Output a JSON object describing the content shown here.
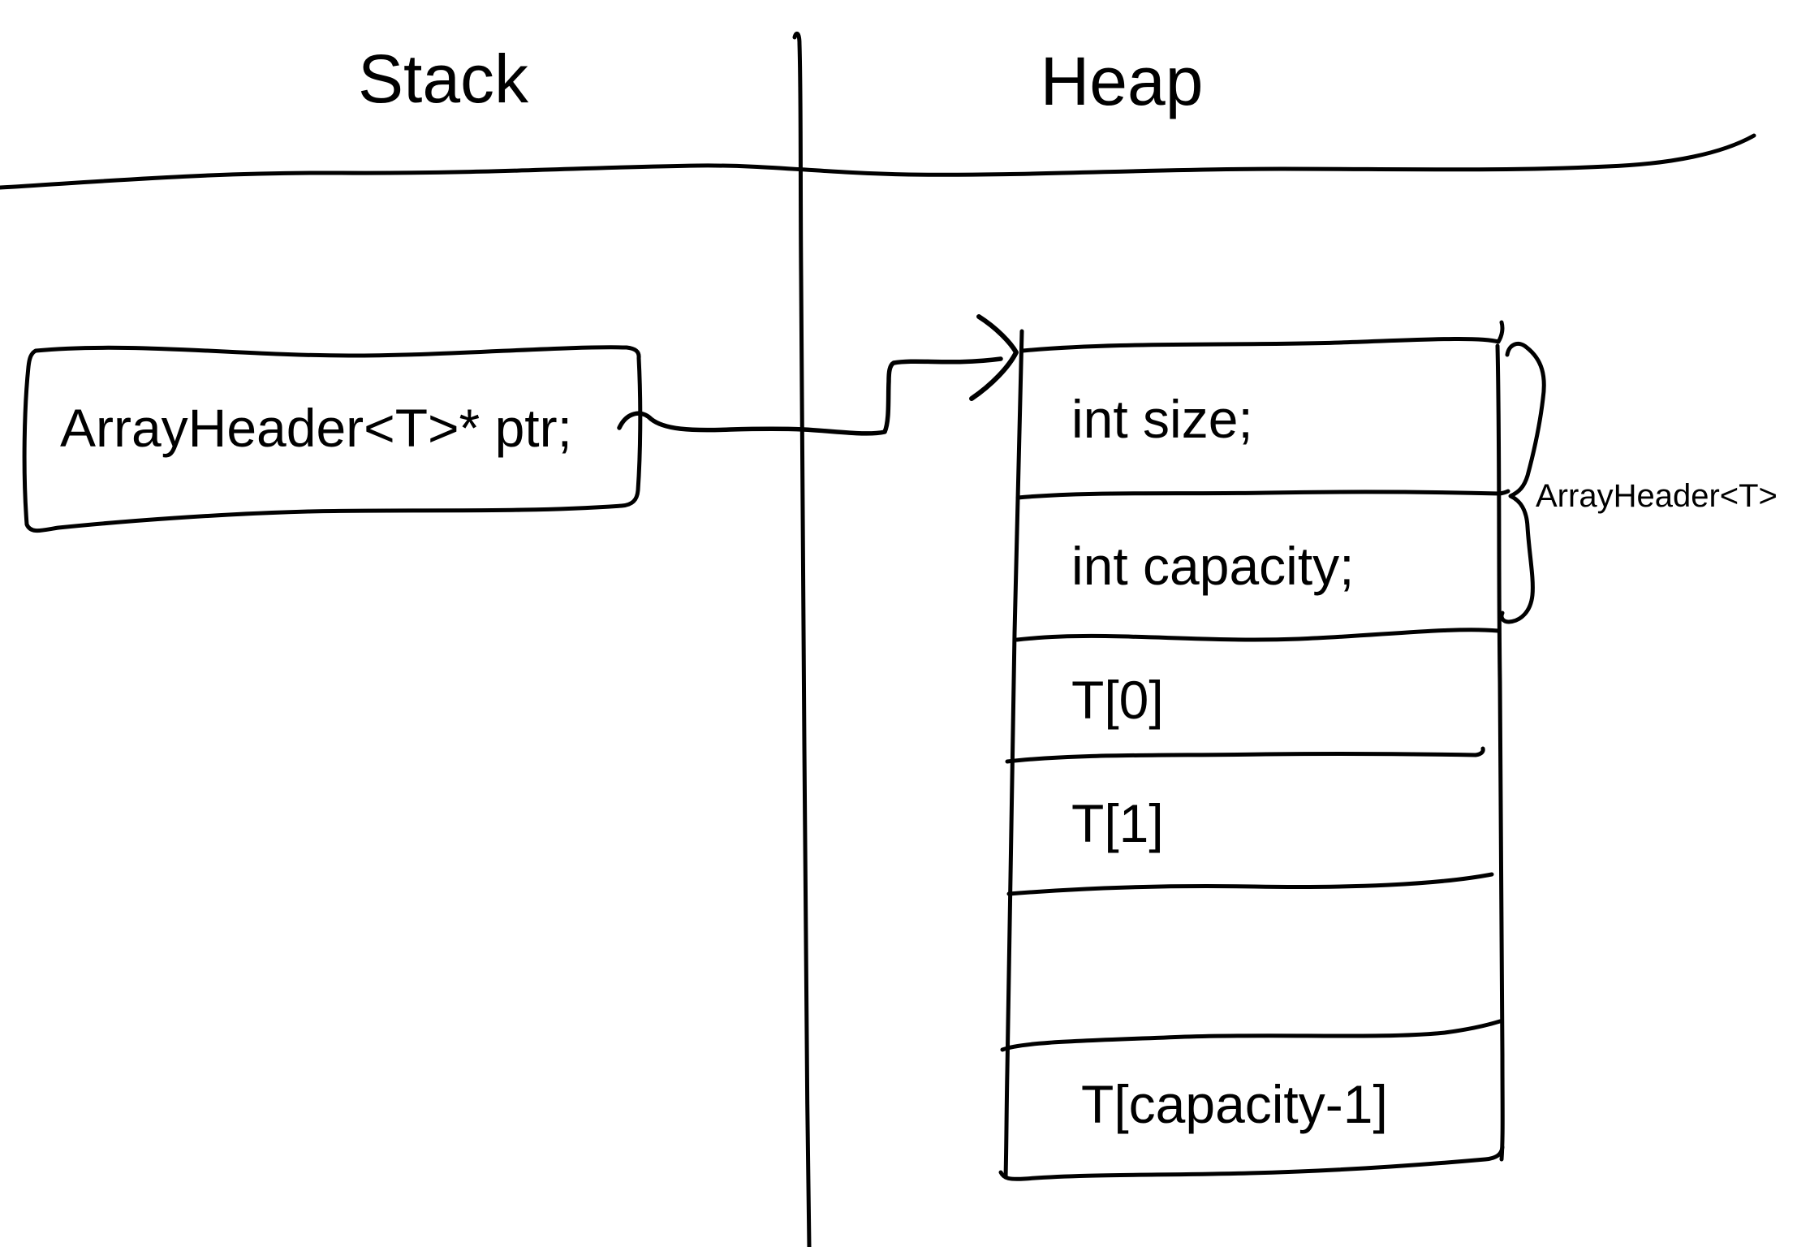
{
  "titles": {
    "left_region": "Stack",
    "right_region": "Heap"
  },
  "stack_box": {
    "label": "ArrayHeader<T>* ptr;"
  },
  "heap_table": {
    "cells": [
      "int size;",
      "int capacity;",
      "T[0]",
      "T[1]",
      "",
      "T[capacity-1]"
    ]
  },
  "brace": {
    "label": "ArrayHeader<T>"
  },
  "colors": {
    "ink": "#000000",
    "background": "#ffffff"
  }
}
